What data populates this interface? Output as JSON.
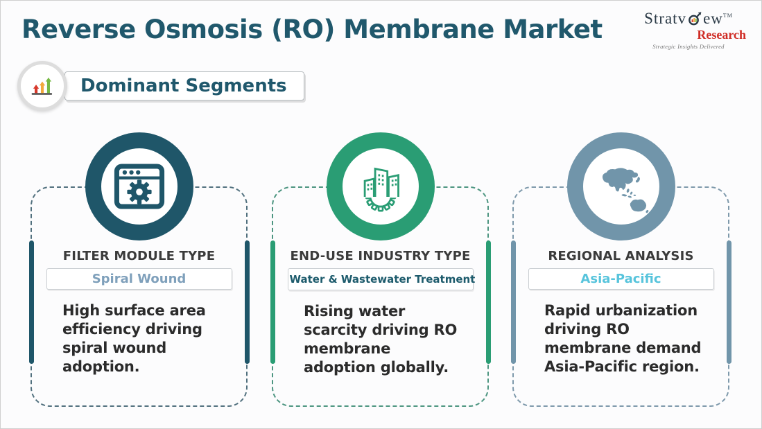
{
  "header": {
    "title": "Reverse Osmosis (RO) Membrane Market",
    "badge": "Dominant Segments"
  },
  "logo": {
    "brand_left": "Stratv",
    "brand_right": "ew",
    "trademark": "TM",
    "subbrand": "Research",
    "tagline": "Strategic Insights Delivered"
  },
  "colors": {
    "title": "#20586c",
    "background": "#fcfcfd",
    "arrow_red": "#d7382b",
    "arrow_orange": "#f2a93b",
    "arrow_green": "#76b943"
  },
  "cards": [
    {
      "icon": "browser-gear-icon",
      "heading": "FILTER MODULE TYPE",
      "value": "Spiral Wound",
      "description": "High surface area\nefficiency driving\nspiral wound\nadoption.",
      "accent": "#1f5669",
      "dash_color": "#51707e",
      "value_color": "#7fa0bb"
    },
    {
      "icon": "industry-buildings-gear-icon",
      "heading": "END-USE INDUSTRY TYPE",
      "value": "Water & Wastewater Treatment",
      "description": "Rising water\nscarcity driving RO\nmembrane\nadoption globally.",
      "accent": "#2a9d74",
      "dash_color": "#4c9580",
      "value_color": "#1d5b6c"
    },
    {
      "icon": "asia-pacific-map-icon",
      "heading": "REGIONAL ANALYSIS",
      "value": "Asia-Pacific",
      "description": "Rapid urbanization\ndriving RO\nmembrane demand\nAsia-Pacific region.",
      "accent": "#7195aa",
      "dash_color": "#7e99ab",
      "value_color": "#57c4dc"
    }
  ]
}
